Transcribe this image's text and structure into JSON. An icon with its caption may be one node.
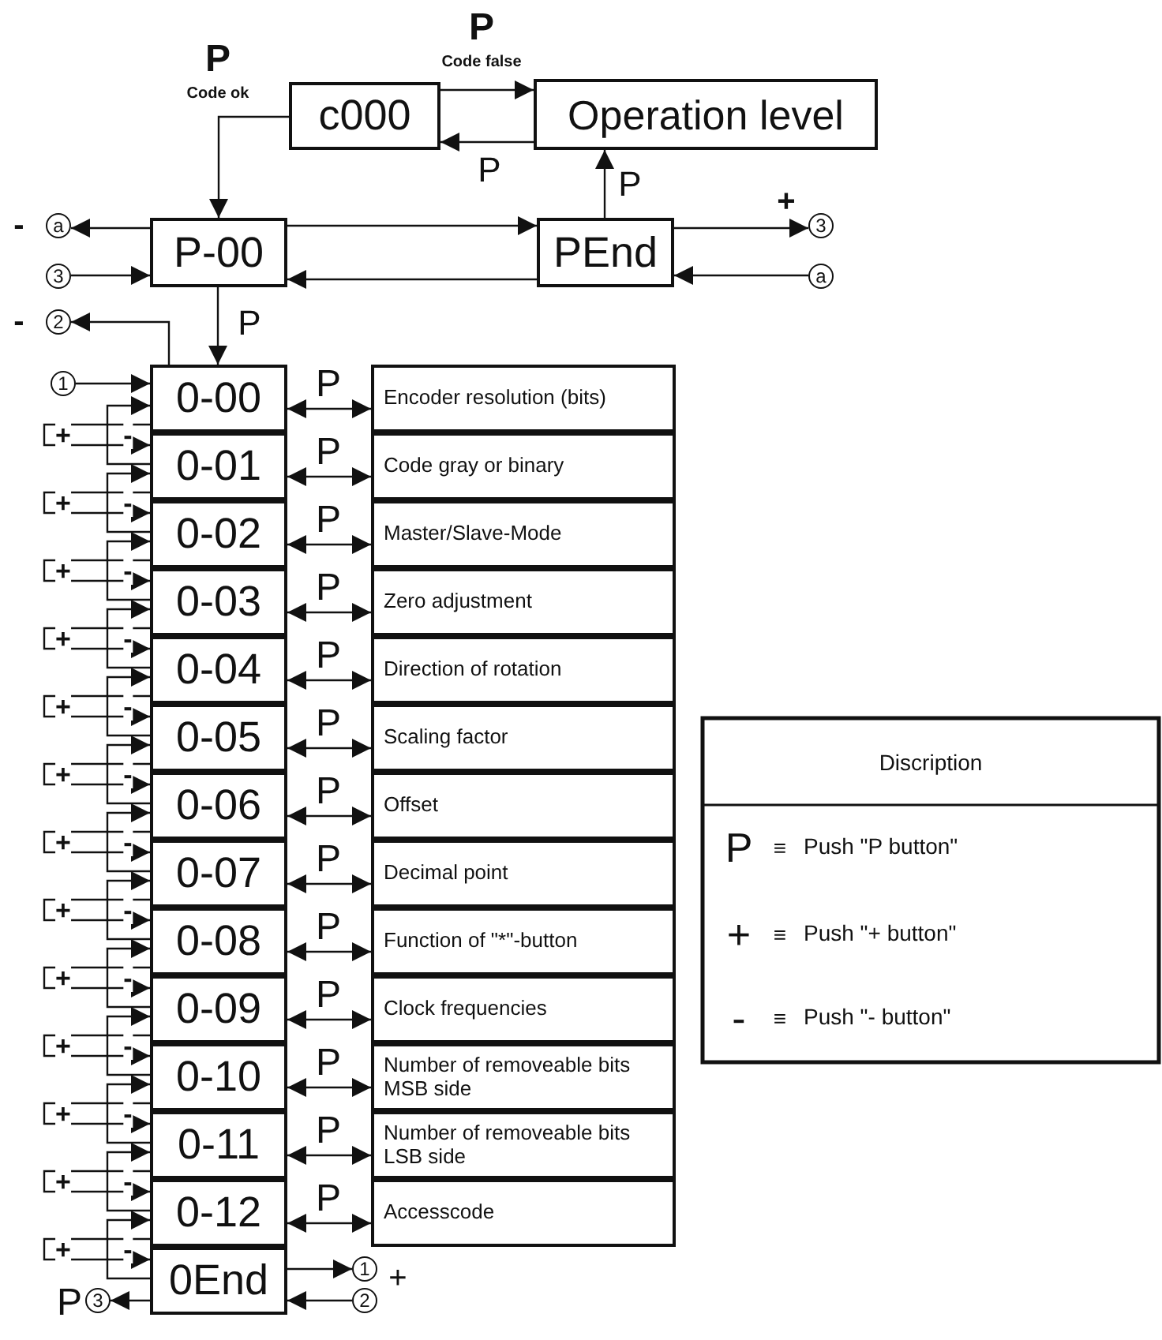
{
  "diagram": {
    "nodes": [
      {
        "text": [
          "c000"
        ]
      },
      {
        "text": [
          "Operation level"
        ]
      },
      {
        "text": [
          "P-00"
        ]
      },
      {
        "text": [
          "PEnd"
        ]
      },
      {
        "text": [
          "0-00"
        ]
      },
      {
        "text": [
          "0-01"
        ]
      },
      {
        "text": [
          "0-02"
        ]
      },
      {
        "text": [
          "0-03"
        ]
      },
      {
        "text": [
          "0-04"
        ]
      },
      {
        "text": [
          "0-05"
        ]
      },
      {
        "text": [
          "0-06"
        ]
      },
      {
        "text": [
          "0-07"
        ]
      },
      {
        "text": [
          "0-08"
        ]
      },
      {
        "text": [
          "0-09"
        ]
      },
      {
        "text": [
          "0-10"
        ]
      },
      {
        "text": [
          "0-11"
        ]
      },
      {
        "text": [
          "0-12"
        ]
      },
      {
        "text": [
          "0End"
        ]
      },
      {
        "text": [
          "Encoder resolution (bits)"
        ]
      },
      {
        "text": [
          "Code gray or binary"
        ]
      },
      {
        "text": [
          "Master/Slave-Mode"
        ]
      },
      {
        "text": [
          "Zero adjustment"
        ]
      },
      {
        "text": [
          "Direction of rotation"
        ]
      },
      {
        "text": [
          "Scaling factor"
        ]
      },
      {
        "text": [
          "Offset"
        ]
      },
      {
        "text": [
          "Decimal point"
        ]
      },
      {
        "text": [
          "Function of \"*\"-button"
        ]
      },
      {
        "text": [
          "Clock frequencies"
        ]
      },
      {
        "text": [
          "Number of removeable bits MSB side"
        ]
      },
      {
        "text": [
          "Number of removeable bits LSB side"
        ]
      },
      {
        "text": [
          "Accesscode"
        ]
      },
      {
        "text": [
          "a"
        ],
        "beside": [
          "-"
        ]
      },
      {
        "text": [
          "3"
        ]
      },
      {
        "text": [
          "2"
        ],
        "beside": [
          "-"
        ]
      },
      {
        "text": [
          "1"
        ]
      },
      {
        "text": [
          "3"
        ],
        "beside": [
          "+"
        ]
      },
      {
        "text": [
          "a"
        ]
      },
      {
        "text": [
          "1"
        ],
        "beside": [
          "+"
        ]
      },
      {
        "text": [
          "2"
        ]
      },
      {
        "text": [
          "3"
        ],
        "beside": [
          "P"
        ]
      }
    ],
    "edges": [
      {
        "from": 0,
        "to": 1,
        "arrow": "to",
        "label": "P"
      },
      {
        "from": 1,
        "to": 0,
        "arrow": "to",
        "label": "P"
      },
      {
        "from": 0,
        "to": 2,
        "arrow": "to",
        "label": "P"
      },
      {
        "from": 2,
        "to": 3,
        "arrow": "to"
      },
      {
        "from": 3,
        "to": 2,
        "arrow": "to"
      },
      {
        "from": 3,
        "to": 1,
        "arrow": "to",
        "label": "P"
      },
      {
        "from": 2,
        "to": 31,
        "arrow": "to"
      },
      {
        "from": 32,
        "to": 2,
        "arrow": "to"
      },
      {
        "from": 3,
        "to": 35,
        "arrow": "to"
      },
      {
        "from": 36,
        "to": 3,
        "arrow": "to"
      },
      {
        "from": 2,
        "to": 4,
        "arrow": "to",
        "label": "P"
      },
      {
        "from": 4,
        "to": 33,
        "arrow": "to"
      },
      {
        "from": 34,
        "to": 4,
        "arrow": "to"
      },
      {
        "from": 4,
        "to": 18,
        "arrow": "both",
        "label": "P"
      },
      {
        "from": 5,
        "to": 19,
        "arrow": "both",
        "label": "P"
      },
      {
        "from": 6,
        "to": 20,
        "arrow": "both",
        "label": "P"
      },
      {
        "from": 7,
        "to": 21,
        "arrow": "both",
        "label": "P"
      },
      {
        "from": 8,
        "to": 22,
        "arrow": "both",
        "label": "P"
      },
      {
        "from": 9,
        "to": 23,
        "arrow": "both",
        "label": "P"
      },
      {
        "from": 10,
        "to": 24,
        "arrow": "both",
        "label": "P"
      },
      {
        "from": 11,
        "to": 25,
        "arrow": "both",
        "label": "P"
      },
      {
        "from": 12,
        "to": 26,
        "arrow": "both",
        "label": "P"
      },
      {
        "from": 13,
        "to": 27,
        "arrow": "both",
        "label": "P"
      },
      {
        "from": 14,
        "to": 28,
        "arrow": "both",
        "label": "P"
      },
      {
        "from": 15,
        "to": 29,
        "arrow": "both",
        "label": "P"
      },
      {
        "from": 16,
        "to": 30,
        "arrow": "both",
        "label": "P"
      },
      {
        "from": 4,
        "to": 5,
        "arrow": "to",
        "label": "+"
      },
      {
        "from": 5,
        "to": 4,
        "arrow": "to",
        "label": "-"
      },
      {
        "from": 5,
        "to": 6,
        "arrow": "to",
        "label": "+"
      },
      {
        "from": 6,
        "to": 5,
        "arrow": "to",
        "label": "-"
      },
      {
        "from": 6,
        "to": 7,
        "arrow": "to",
        "label": "+"
      },
      {
        "from": 7,
        "to": 6,
        "arrow": "to",
        "label": "-"
      },
      {
        "from": 7,
        "to": 8,
        "arrow": "to",
        "label": "+"
      },
      {
        "from": 8,
        "to": 7,
        "arrow": "to",
        "label": "-"
      },
      {
        "from": 8,
        "to": 9,
        "arrow": "to",
        "label": "+"
      },
      {
        "from": 9,
        "to": 8,
        "arrow": "to",
        "label": "-"
      },
      {
        "from": 9,
        "to": 10,
        "arrow": "to",
        "label": "+"
      },
      {
        "from": 10,
        "to": 9,
        "arrow": "to",
        "label": "-"
      },
      {
        "from": 10,
        "to": 11,
        "arrow": "to",
        "label": "+"
      },
      {
        "from": 11,
        "to": 10,
        "arrow": "to",
        "label": "-"
      },
      {
        "from": 11,
        "to": 12,
        "arrow": "to",
        "label": "+"
      },
      {
        "from": 12,
        "to": 11,
        "arrow": "to",
        "label": "-"
      },
      {
        "from": 12,
        "to": 13,
        "arrow": "to",
        "label": "+"
      },
      {
        "from": 13,
        "to": 12,
        "arrow": "to",
        "label": "-"
      },
      {
        "from": 13,
        "to": 14,
        "arrow": "to",
        "label": "+"
      },
      {
        "from": 14,
        "to": 13,
        "arrow": "to",
        "label": "-"
      },
      {
        "from": 14,
        "to": 15,
        "arrow": "to",
        "label": "+"
      },
      {
        "from": 15,
        "to": 14,
        "arrow": "to",
        "label": "-"
      },
      {
        "from": 15,
        "to": 16,
        "arrow": "to",
        "label": "+"
      },
      {
        "from": 16,
        "to": 15,
        "arrow": "to",
        "label": "-"
      },
      {
        "from": 16,
        "to": 17,
        "arrow": "to",
        "label": "+"
      },
      {
        "from": 17,
        "to": 16,
        "arrow": "to",
        "label": "-"
      },
      {
        "from": 17,
        "to": 37,
        "arrow": "to"
      },
      {
        "from": 38,
        "to": 17,
        "arrow": "to"
      },
      {
        "from": 17,
        "to": 39,
        "arrow": "to"
      }
    ],
    "labels": [
      "Code false",
      "Code ok",
      "Discription",
      "P",
      "≡",
      "+",
      "≡",
      "-",
      "≡"
    ],
    "legend": [
      {
        "text": "Push \"P button\""
      },
      {
        "text": "Push \"+ button\""
      },
      {
        "text": "Push \"- button\""
      }
    ]
  }
}
